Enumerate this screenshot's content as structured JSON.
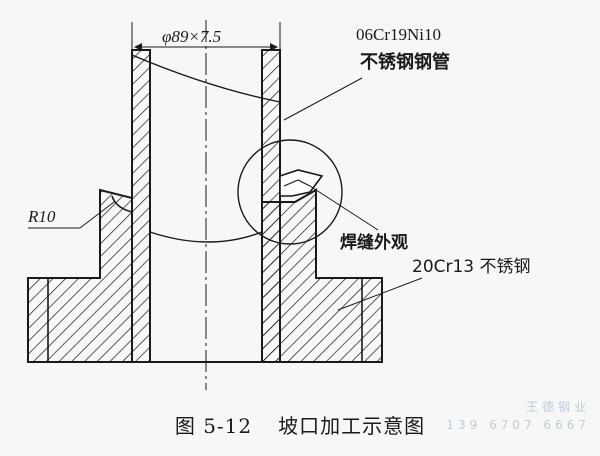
{
  "figure": {
    "dimension_label": "φ89×7.5",
    "pipe_material_code": "06Cr19Ni10",
    "pipe_material_name": "不锈钢钢管",
    "radius_label": "R10",
    "weld_label": "焊缝外观",
    "flange_material": "20Cr13 不锈钢"
  },
  "caption": {
    "number": "图 5-12",
    "title": "坡口加工示意图"
  },
  "watermark": {
    "company": "王德钢业",
    "phone": "139 6707 6667"
  },
  "colors": {
    "ink": "#1a1a1a",
    "watermark": "#b9cde0"
  }
}
